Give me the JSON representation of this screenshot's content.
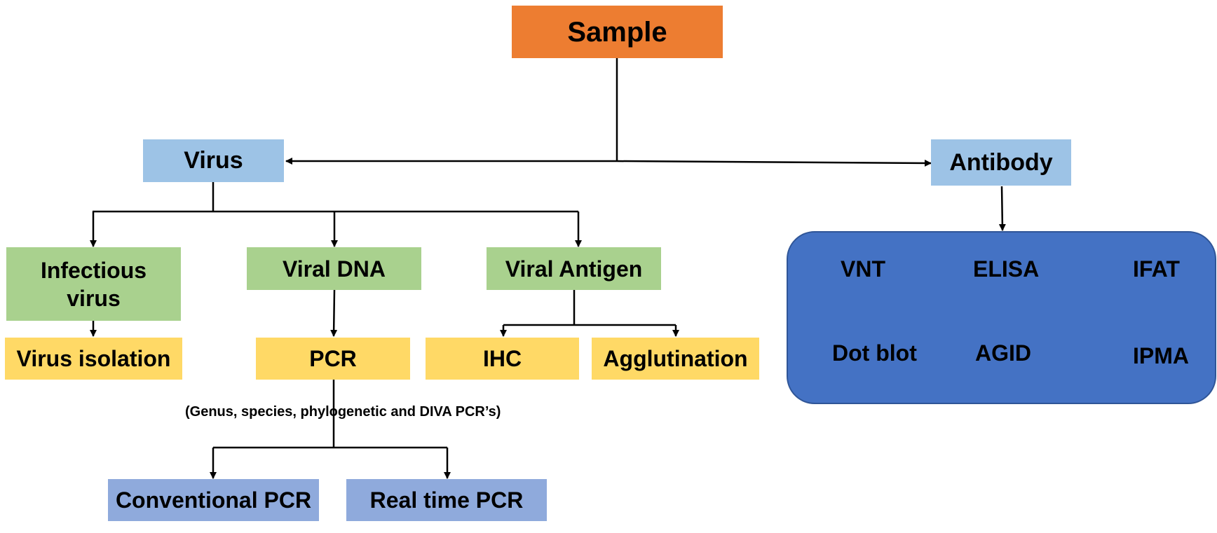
{
  "colors": {
    "sample": "#ED7D31",
    "level1": "#9DC3E6",
    "level2": "#A9D18E",
    "level3": "#FFD966",
    "level4": "#8FAADC",
    "antibody_panel": "#4472C4",
    "antibody_panel_border": "#2F5597",
    "connector": "#000000"
  },
  "nodes": {
    "sample": "Sample",
    "virus": "Virus",
    "antibody": "Antibody",
    "infectious_virus": "Infectious virus",
    "viral_dna": "Viral DNA",
    "viral_antigen": "Viral Antigen",
    "virus_isolation": "Virus isolation",
    "pcr": "PCR",
    "ihc": "IHC",
    "agglutination": "Agglutination",
    "conventional_pcr": "Conventional PCR",
    "real_time_pcr": "Real time PCR"
  },
  "pcr_note": "(Genus, species, phylogenetic and DIVA PCR’s)",
  "antibody_tests": [
    "VNT",
    "ELISA",
    "IFAT",
    "Dot blot",
    "AGID",
    "IPMA"
  ]
}
